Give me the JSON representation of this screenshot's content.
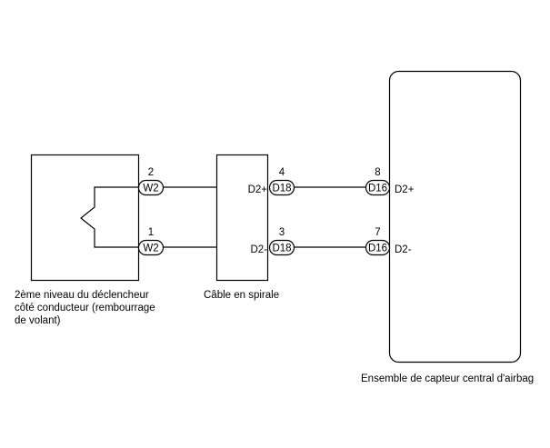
{
  "components": {
    "squib": {
      "caption_lines": [
        "2ème niveau du déclencheur",
        "côté conducteur (rembourrage",
        "de volant)"
      ]
    },
    "spiral": {
      "caption": "Câble en spirale"
    },
    "sensor": {
      "caption": "Ensemble de capteur central d'airbag"
    }
  },
  "connectors": {
    "w2_top": {
      "label": "W2",
      "pin": "2"
    },
    "w2_bottom": {
      "label": "W2",
      "pin": "1"
    },
    "d18_top": {
      "label": "D18",
      "pin": "4"
    },
    "d18_bottom": {
      "label": "D18",
      "pin": "3"
    },
    "d16_top": {
      "label": "D16",
      "pin": "8"
    },
    "d16_bottom": {
      "label": "D16",
      "pin": "7"
    }
  },
  "terminals": {
    "spiral_plus": "D2+",
    "spiral_minus": "D2-",
    "sensor_plus": "D2+",
    "sensor_minus": "D2-"
  }
}
